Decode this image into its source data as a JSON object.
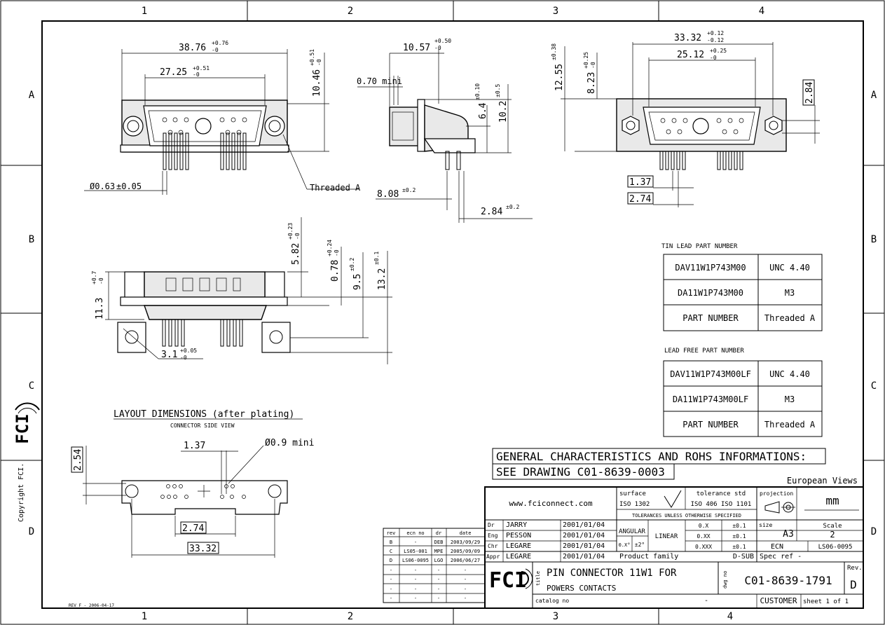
{
  "grid": {
    "columns": [
      "1",
      "2",
      "3",
      "4"
    ],
    "rows": [
      "A",
      "B",
      "C",
      "D"
    ]
  },
  "front_view": {
    "dim_width": "38.76",
    "dim_width_tol_top": "+0.76",
    "dim_width_tol_bot": "-0",
    "dim_inner": "27.25",
    "dim_inner_tol_top": "+0.51",
    "dim_inner_tol_bot": "-0",
    "dim_height": "10.46",
    "dim_height_tol_top": "+0.51",
    "dim_height_tol_bot": "-0",
    "dim_pin": "Ø0.63",
    "dim_pin_tol": "±0.05",
    "threaded_label": "Threaded A"
  },
  "side_view": {
    "dim_depth": "10.57",
    "dim_depth_tol_top": "+0.50",
    "dim_depth_tol_bot": "-0",
    "dim_min": "0.70 mini",
    "dim_6_4": "6.4",
    "dim_6_4_tol": "±0.10",
    "dim_10_2": "10.2",
    "dim_10_2_tol": "±0.5",
    "dim_8_08": "8.08",
    "dim_8_08_tol": "±0.2",
    "dim_2_84": "2.84",
    "dim_2_84_tol": "±0.2"
  },
  "rear_view": {
    "dim_33_32": "33.32",
    "dim_33_32_tol_top": "+0.12",
    "dim_33_32_tol_bot": "-0.12",
    "dim_25_12": "25.12",
    "dim_25_12_tol_top": "+0.25",
    "dim_25_12_tol_bot": "-0",
    "dim_12_55": "12.55",
    "dim_12_55_tol": "±0.38",
    "dim_8_23": "8.23",
    "dim_8_23_tol_top": "+0.25",
    "dim_8_23_tol_bot": "-0",
    "dim_2_84": "2.84",
    "dim_1_37": "1.37",
    "dim_2_74": "2.74"
  },
  "bottom_view": {
    "dim_5_82": "5.82",
    "dim_5_82_tol_top": "+0.23",
    "dim_5_82_tol_bot": "-0",
    "dim_0_78": "0.78",
    "dim_0_78_tol_top": "+0.24",
    "dim_0_78_tol_bot": "-0",
    "dim_9_5": "9.5",
    "dim_9_5_tol": "±0.2",
    "dim_13_2": "13.2",
    "dim_13_2_tol": "±0.1",
    "dim_11_3": "11.3",
    "dim_11_3_tol_top": "+0.7",
    "dim_11_3_tol_bot": "-0",
    "dim_3_1": "3.1",
    "dim_3_1_tol_top": "+0.05",
    "dim_3_1_tol_bot": "-0"
  },
  "layout": {
    "title": "LAYOUT DIMENSIONS (after plating)",
    "subtitle": "CONNECTOR SIDE VIEW",
    "dim_1_37": "1.37",
    "dim_hole": "Ø0.9 mini",
    "dim_2_54": "2.54",
    "dim_2_74": "2.74",
    "dim_33_32": "33.32"
  },
  "tin_table": {
    "title": "TIN LEAD PART NUMBER",
    "rows": [
      [
        "DAV11W1P743M00",
        "UNC 4.40"
      ],
      [
        "DA11W1P743M00",
        "M3"
      ],
      [
        "PART  NUMBER",
        "Threaded A"
      ]
    ]
  },
  "lead_free_table": {
    "title": "LEAD FREE PART NUMBER",
    "rows": [
      [
        "DAV11W1P743M00LF",
        "UNC 4.40"
      ],
      [
        "DA11W1P743M00LF",
        "M3"
      ],
      [
        "PART  NUMBER",
        "Threaded A"
      ]
    ]
  },
  "general": {
    "line1": "GENERAL CHARACTERISTICS AND ROHS INFORMATIONS:",
    "line2": "SEE DRAWING C01-8639-0003"
  },
  "copyright": "Copyright FCI.",
  "european_views": "European Views",
  "title_block": {
    "website": "www.fciconnect.com",
    "surface_label": "surface",
    "surface_std": "ISO 1302",
    "tol_label": "tolerance std",
    "tol_std": "ISO 406  ISO 1101",
    "tol_note": "TOLERANCES UNLESS OTHERWISE SPECIFIED",
    "projection_label": "projection",
    "units": "mm",
    "angular_label": "ANGULAR",
    "angular_val": "0.X°",
    "angular_tol": "±2°",
    "linear_label": "LINEAR",
    "linear_rows": [
      [
        "0.X",
        "±0.1"
      ],
      [
        "0.XX",
        "±0.1"
      ],
      [
        "0.XXX",
        "±0.1"
      ]
    ],
    "size_label": "size",
    "size": "A3",
    "scale_label": "Scale",
    "scale": "2",
    "ecn_label": "ECN",
    "ecn": "LS06-0095",
    "people": [
      [
        "Dr",
        "JARRY",
        "2001/01/04"
      ],
      [
        "Eng",
        "PESSON",
        "2001/01/04"
      ],
      [
        "Chr",
        "LEGARE",
        "2001/01/04"
      ],
      [
        "Appr",
        "LEGARE",
        "2001/01/04"
      ]
    ],
    "product_family_label": "Product family",
    "product_family": "D-SUB",
    "spec_ref": "Spec ref  -",
    "title_label": "title",
    "title_line1": "PIN CONNECTOR 11W1 FOR",
    "title_line2": "POWERS CONTACTS",
    "dwg_label": "dwg no",
    "dwg_no": "C01-8639-1791",
    "rev_label": "Rev.",
    "rev": "D",
    "catalog_label": "catalog no",
    "catalog": "-",
    "customer": "CUSTOMER",
    "sheet": "sheet  1  of  1",
    "logo": "FCI"
  },
  "revisions": {
    "headers": [
      "rev",
      "ecn no",
      "dr",
      "date"
    ],
    "rows": [
      [
        "B",
        "-",
        "DEB",
        "2003/09/29"
      ],
      [
        "C",
        "LS05-001",
        "MPE",
        "2005/09/09"
      ],
      [
        "D",
        "LS06-0095",
        "LGO",
        "2006/06/27"
      ],
      [
        "-",
        "-",
        "-",
        "-"
      ],
      [
        "-",
        "-",
        "-",
        "-"
      ],
      [
        "-",
        "-",
        "-",
        "-"
      ],
      [
        "-",
        "-",
        "-",
        "-"
      ]
    ]
  },
  "rev_footer": "REV F - 2006-04-17"
}
